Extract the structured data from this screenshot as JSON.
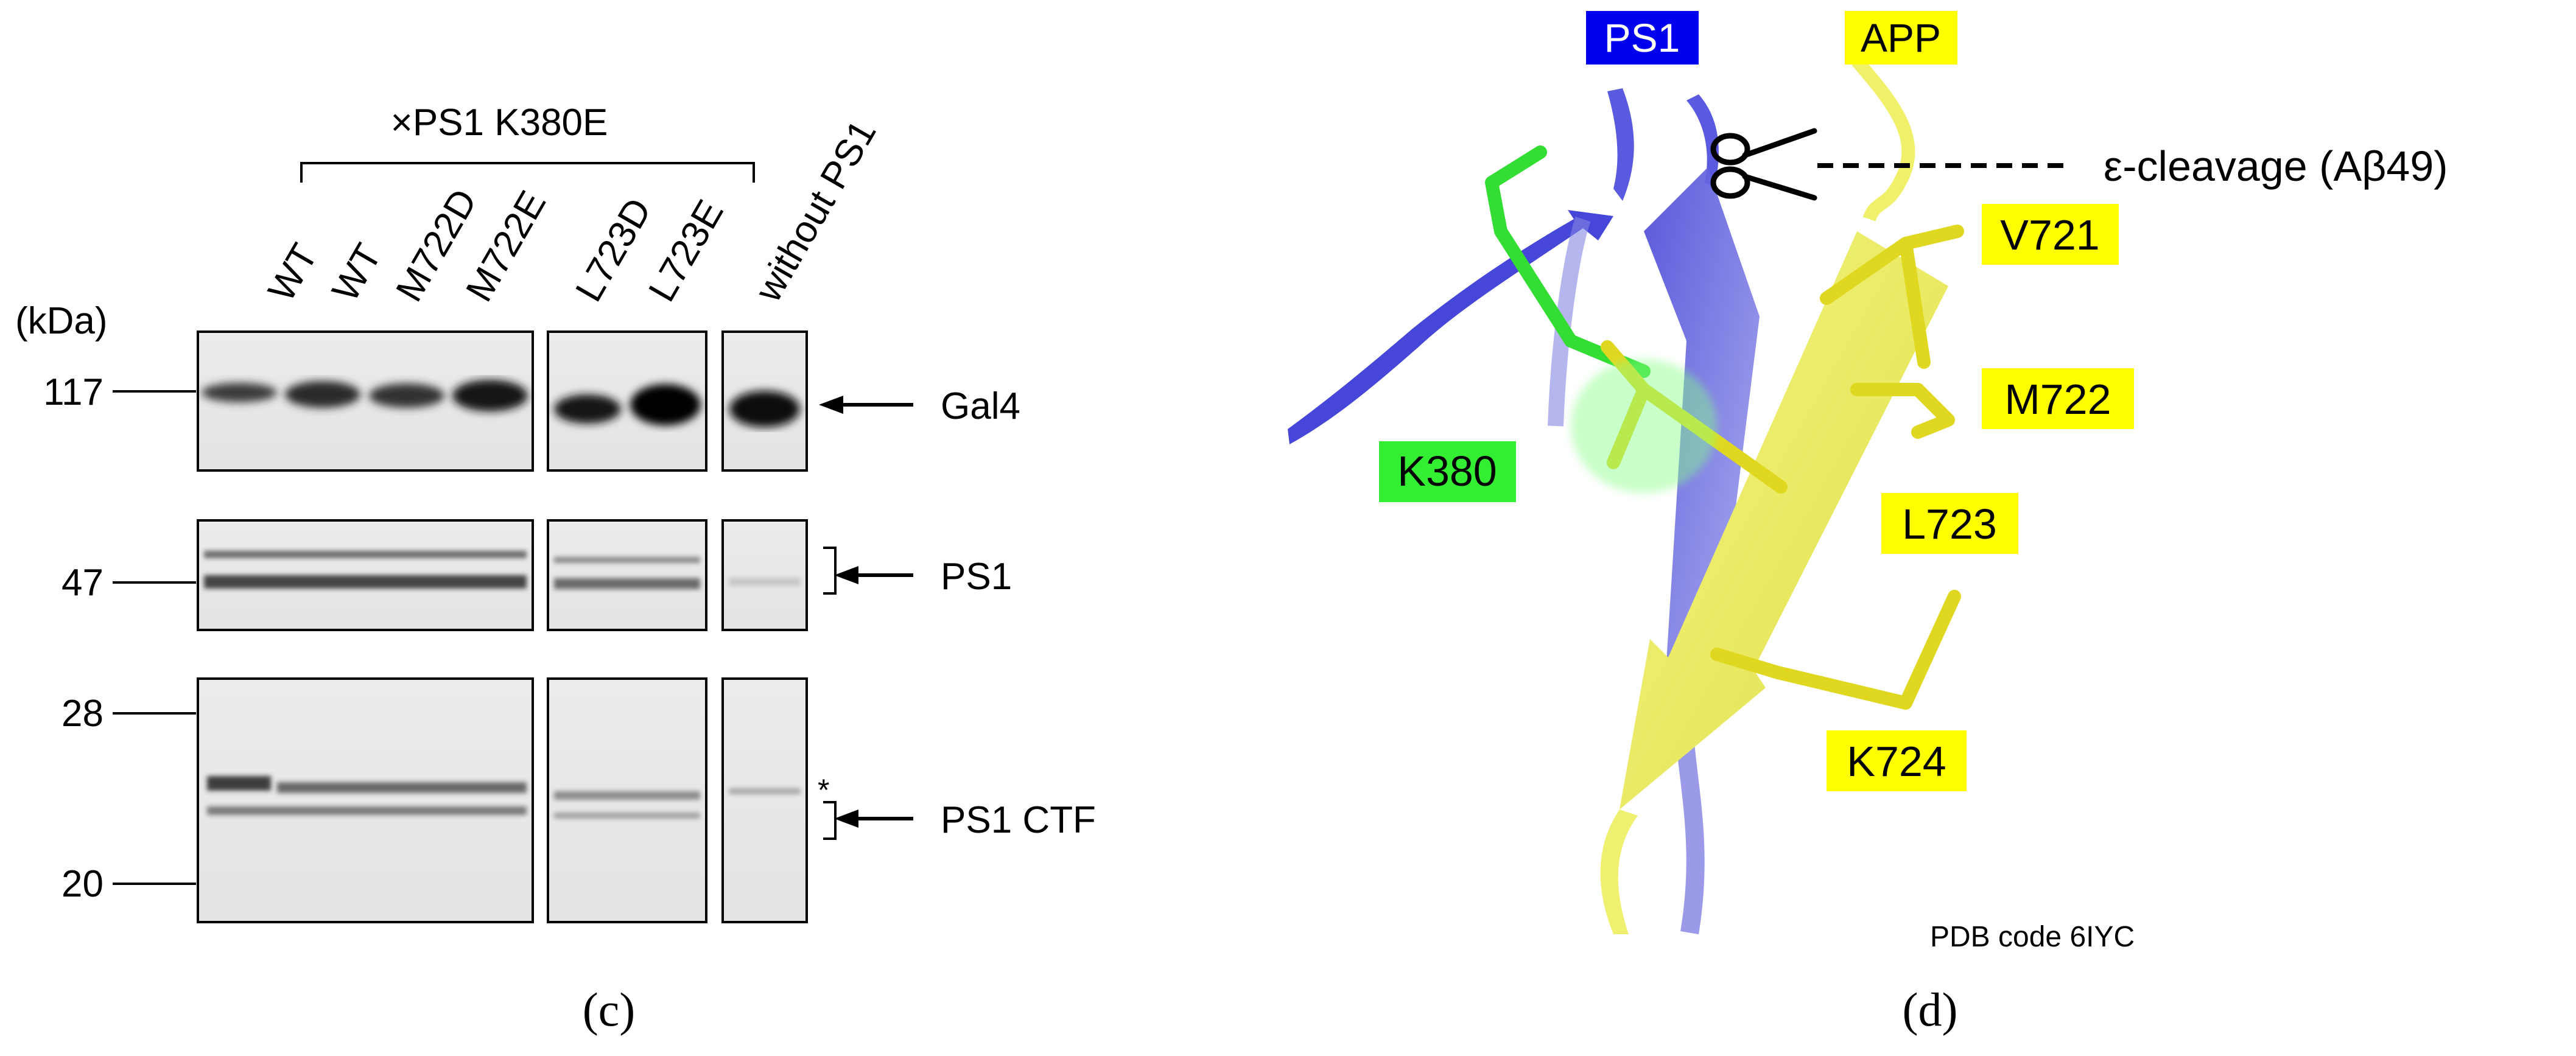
{
  "panel_c": {
    "letter": "(c)",
    "group_label": "×PS1 K380E",
    "kda_label": "(kDa)",
    "lanes": [
      "WT",
      "WT",
      "M722D",
      "M722E",
      "L723D",
      "L723E",
      "without PS1"
    ],
    "markers": [
      "117",
      "47",
      "28",
      "20"
    ],
    "bands": [
      "Gal4",
      "PS1",
      "PS1 CTF"
    ],
    "asterisk": "*"
  },
  "panel_d": {
    "letter": "(d)",
    "chain_labels": [
      "PS1",
      "APP"
    ],
    "residue_k380": "K380",
    "residues_app": [
      "V721",
      "M722",
      "L723",
      "K724"
    ],
    "cleavage_label": "ε-cleavage (Aβ49)",
    "pdb_code": "PDB code 6IYC",
    "colors": {
      "ps1": "#0000ee",
      "app": "#ffff00",
      "k380": "#33ee33",
      "ps1_ribbon": "#6a6ae0",
      "app_ribbon": "#ecec5a"
    }
  }
}
